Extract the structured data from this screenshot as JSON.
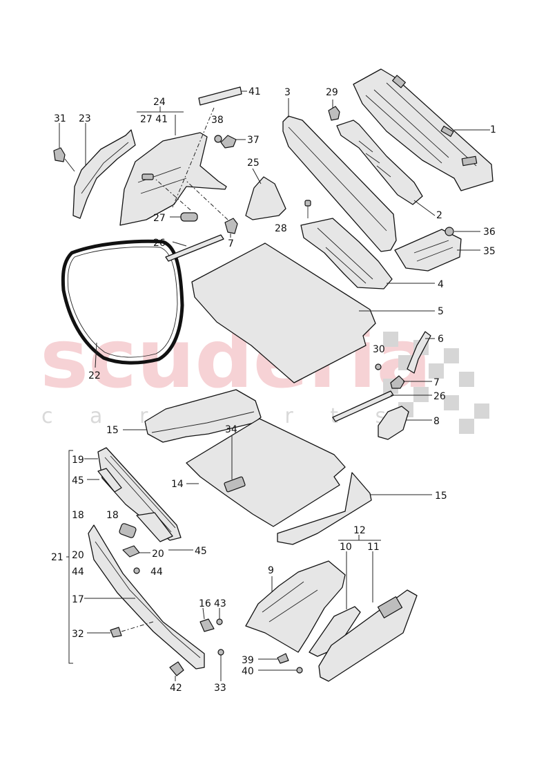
{
  "watermark": {
    "brand": "scuderia",
    "sub": "c a r  p a r t s"
  },
  "callouts": {
    "c1": "1",
    "c2": "2",
    "c3": "3",
    "c4": "4",
    "c5": "5",
    "c6": "6",
    "c7a": "7",
    "c7b": "7",
    "c8": "8",
    "c9": "9",
    "c10": "10",
    "c11": "11",
    "c12": "12",
    "c14": "14",
    "c15a": "15",
    "c15b": "15",
    "c16": "16",
    "c17": "17",
    "c18a": "18",
    "c18b": "18",
    "c19": "19",
    "c20a": "20",
    "c20b": "20",
    "c21": "21",
    "c22": "22",
    "c23": "23",
    "c24": "24",
    "c2741": "27 41",
    "c25": "25",
    "c26a": "26",
    "c26b": "26",
    "c27": "27",
    "c28": "28",
    "c29": "29",
    "c30": "30",
    "c31": "31",
    "c32": "32",
    "c33": "33",
    "c34": "34",
    "c35": "35",
    "c36": "36",
    "c37": "37",
    "c38": "38",
    "c39": "39",
    "c40": "40",
    "c41": "41",
    "c42": "42",
    "c43": "43",
    "c44a": "44",
    "c44b": "44",
    "c45a": "45",
    "c45b": "45"
  }
}
